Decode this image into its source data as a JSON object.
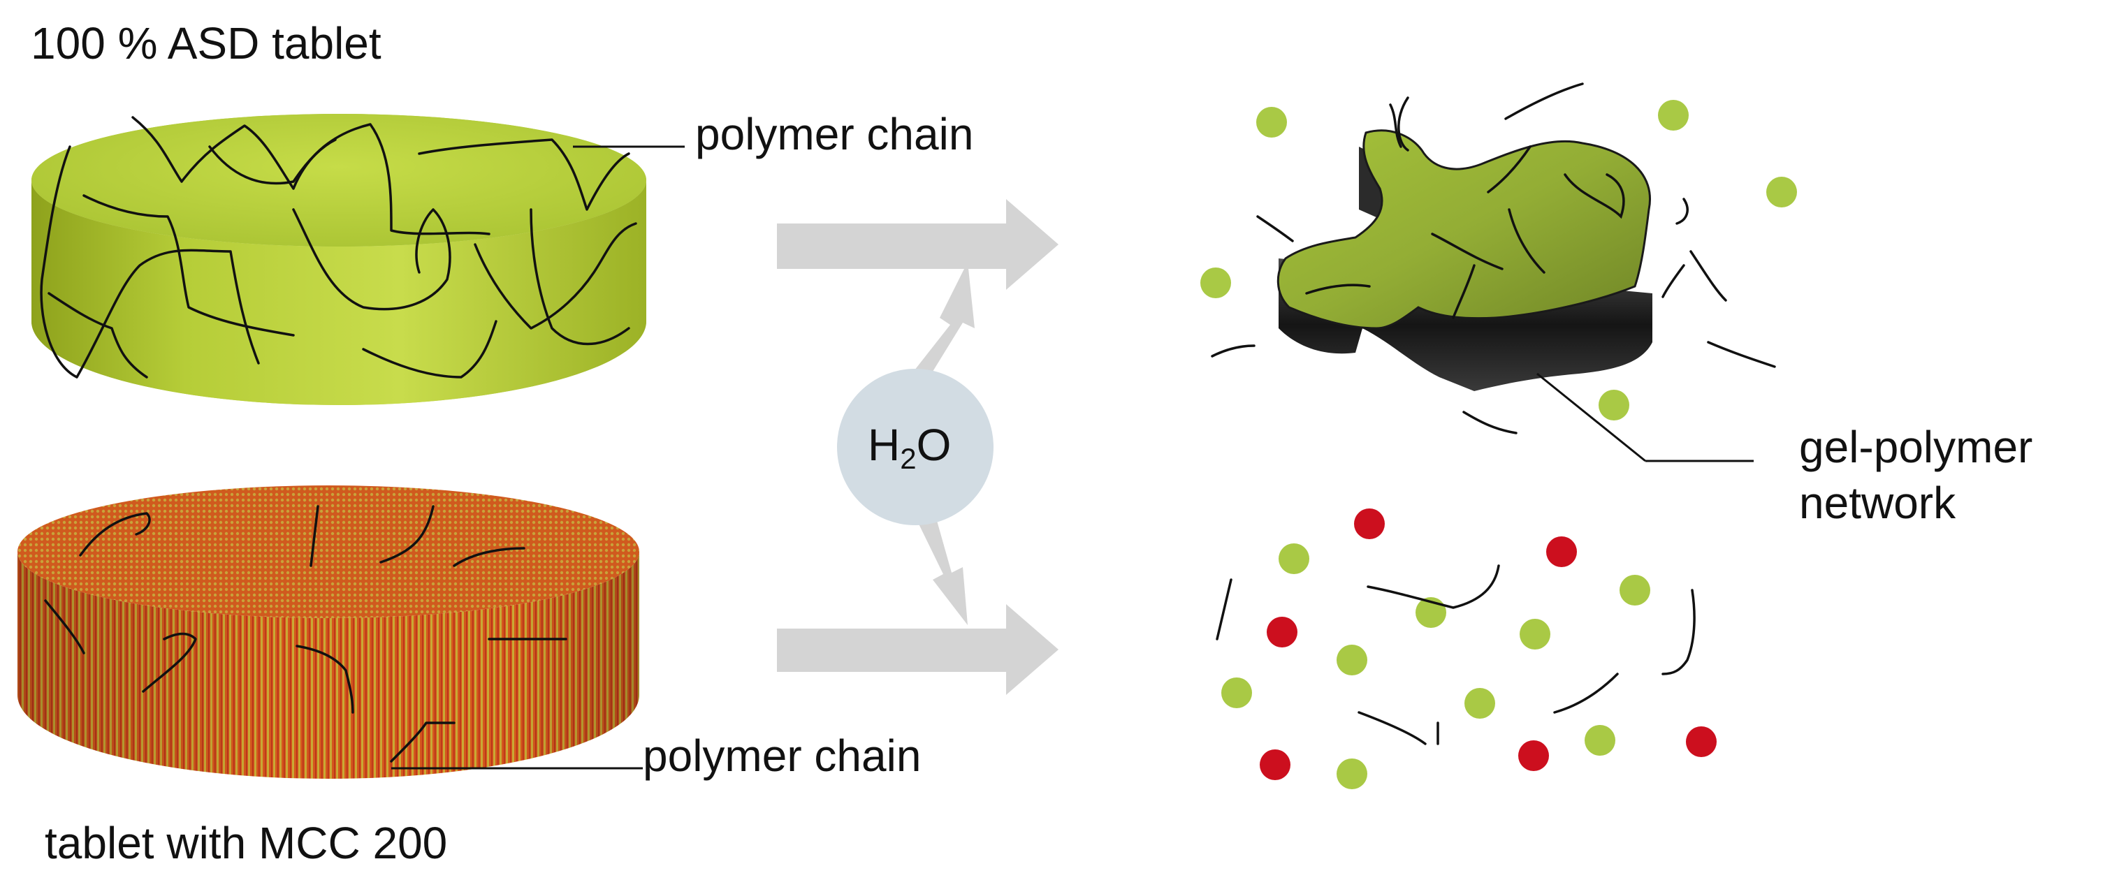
{
  "labels": {
    "asd_tablet": "100 % ASD tablet",
    "mcc_tablet": "tablet with MCC 200",
    "polymer_chain_top": "polymer chain",
    "polymer_chain_bottom": "polymer chain",
    "gel_network_line1": "gel-polymer",
    "gel_network_line2": "network",
    "water_main": "H",
    "water_sub": "2",
    "water_tail": "O"
  },
  "colors": {
    "asd_green": "#b7cf3a",
    "particle_green": "#a9c945",
    "particle_red": "#cc0f1e",
    "mcc_orange": "#d8531a",
    "arrow_gray": "#d4d4d4",
    "water_circle": "#d2dce3",
    "gel_dark": "#2b2b2b"
  }
}
